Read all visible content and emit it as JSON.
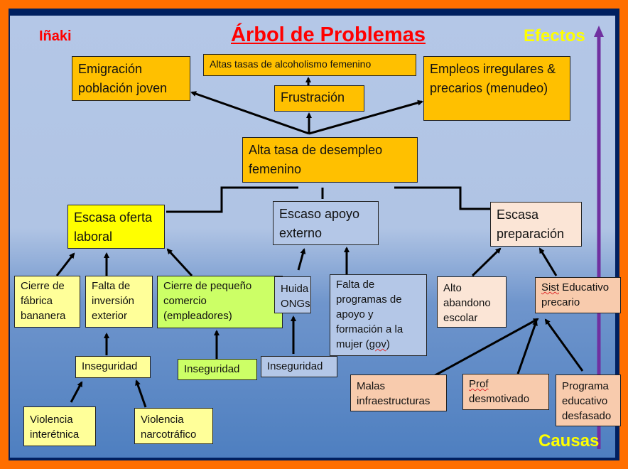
{
  "author": "Iñaki",
  "title": "Árbol de Problemas",
  "effects_label": "Efectos",
  "causes_label": "Causas",
  "effects": {
    "emigration": "Emigración población joven",
    "alcoholism": "Altas tasas de alcoholismo femenino",
    "frustration": "Frustración",
    "jobs": "Empleos irregulares & precarios (menudeo)"
  },
  "core_problem": "Alta tasa de desempleo femenino",
  "causes": {
    "offer": "Escasa oferta laboral",
    "support": "Escaso apoyo externo",
    "preparation": "Escasa preparación",
    "factory": "Cierre de fábrica bananera",
    "investment": "Falta de inversión exterior",
    "small_business": "Cierre de pequeño comercio (empleadores)",
    "ngos": "Huida ONGs",
    "programs_a": "Falta de programas de apoyo y formación a la mujer (",
    "programs_gov": "gov",
    "programs_b": ")",
    "dropout": "Alto abandono escolar",
    "edu_a": "Sist",
    "edu_b": " Educativo precario",
    "insecurity1": "Inseguridad",
    "insecurity2": "Inseguridad",
    "insecurity3": "Inseguridad",
    "violence_ethnic": "Violencia interétnica",
    "violence_narco": "Violencia narcotráfico",
    "infra": "Malas infraestructuras",
    "prof_a": "Prof",
    "prof_b": " desmotivado",
    "curriculum": "Programa educativo desfasado"
  }
}
